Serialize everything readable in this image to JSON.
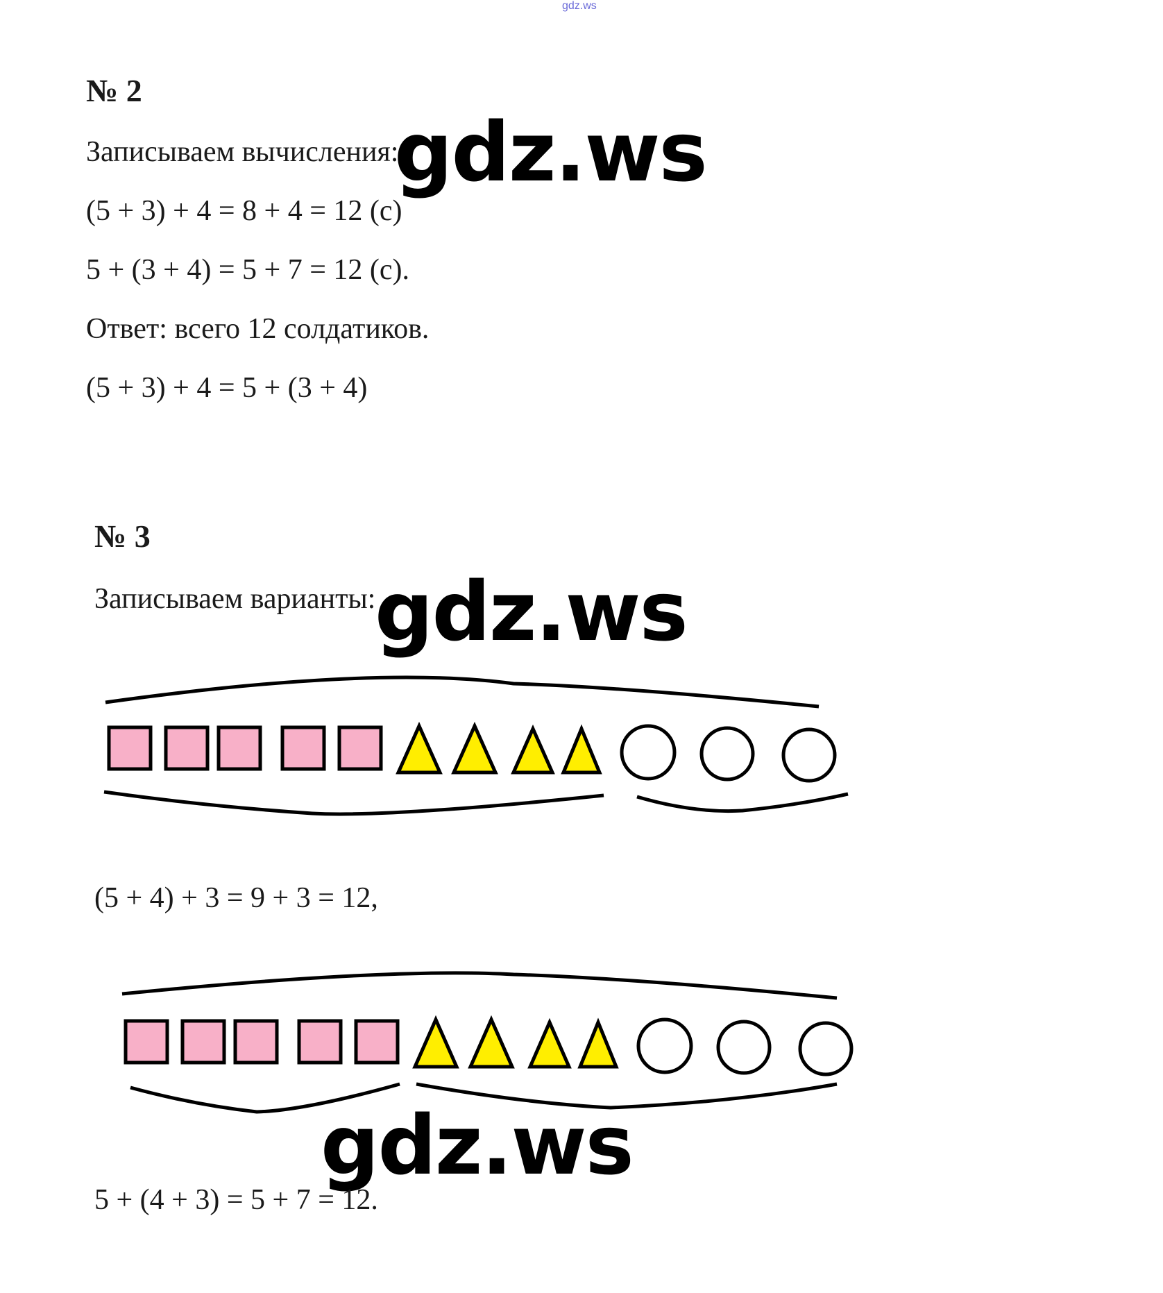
{
  "header": {
    "site_mark": "gdz.ws"
  },
  "task2": {
    "number": "№ 2",
    "intro": "Записываем вычисления:",
    "lines": [
      "(5 + 3) + 4 = 8 + 4 = 12 (с)",
      "5 + (3 + 4) = 5 + 7 = 12 (с).",
      "Ответ: всего 12 солдатиков.",
      "(5 + 3) + 4 = 5 + (3 + 4)"
    ]
  },
  "task3": {
    "number": "№ 3",
    "intro": "Записываем варианты:",
    "equation_1": "(5 + 4) + 3 = 9 + 3 = 12,",
    "equation_2": "5 + (4 + 3) = 5 + 7 = 12.",
    "shapes": {
      "squares": 5,
      "triangles": 4,
      "circles": 3,
      "square_color": "#f8b0c8",
      "triangle_color": "#ffee00",
      "circle_color": "#ffffff",
      "stroke_color": "#000000"
    }
  },
  "watermarks": {
    "text": "gdz.ws"
  }
}
